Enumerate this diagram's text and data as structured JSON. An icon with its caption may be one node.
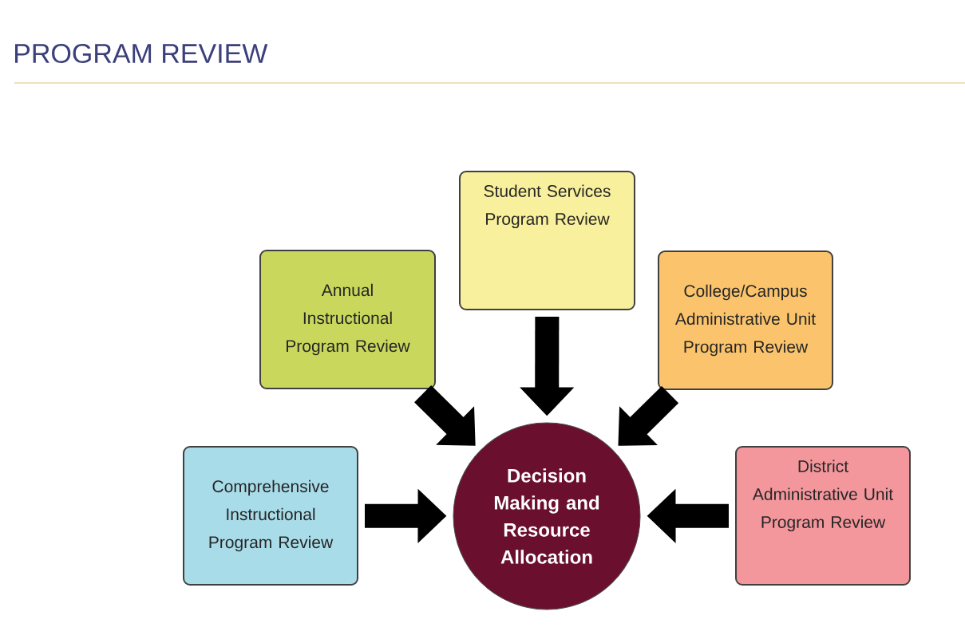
{
  "diagram": {
    "title": "PROGRAM REVIEW",
    "nodes": [
      {
        "text": [
          "Student Services Program Review"
        ]
      },
      {
        "text": [
          "Annual Instructional Program Review"
        ]
      },
      {
        "text": [
          "College/Campus Administrative Unit Program Review"
        ]
      },
      {
        "text": [
          "Comprehensive Instructional Program Review"
        ]
      },
      {
        "text": [
          "Decision Making and Resource Allocation"
        ]
      },
      {
        "text": [
          "District Administrative Unit Program Review"
        ]
      }
    ],
    "edges": [
      {
        "from": 0,
        "to": 4,
        "arrow": "to"
      },
      {
        "from": 1,
        "to": 4,
        "arrow": "to"
      },
      {
        "from": 2,
        "to": 4,
        "arrow": "to"
      },
      {
        "from": 3,
        "to": 4,
        "arrow": "to"
      },
      {
        "from": 5,
        "to": 4,
        "arrow": "to"
      }
    ]
  }
}
